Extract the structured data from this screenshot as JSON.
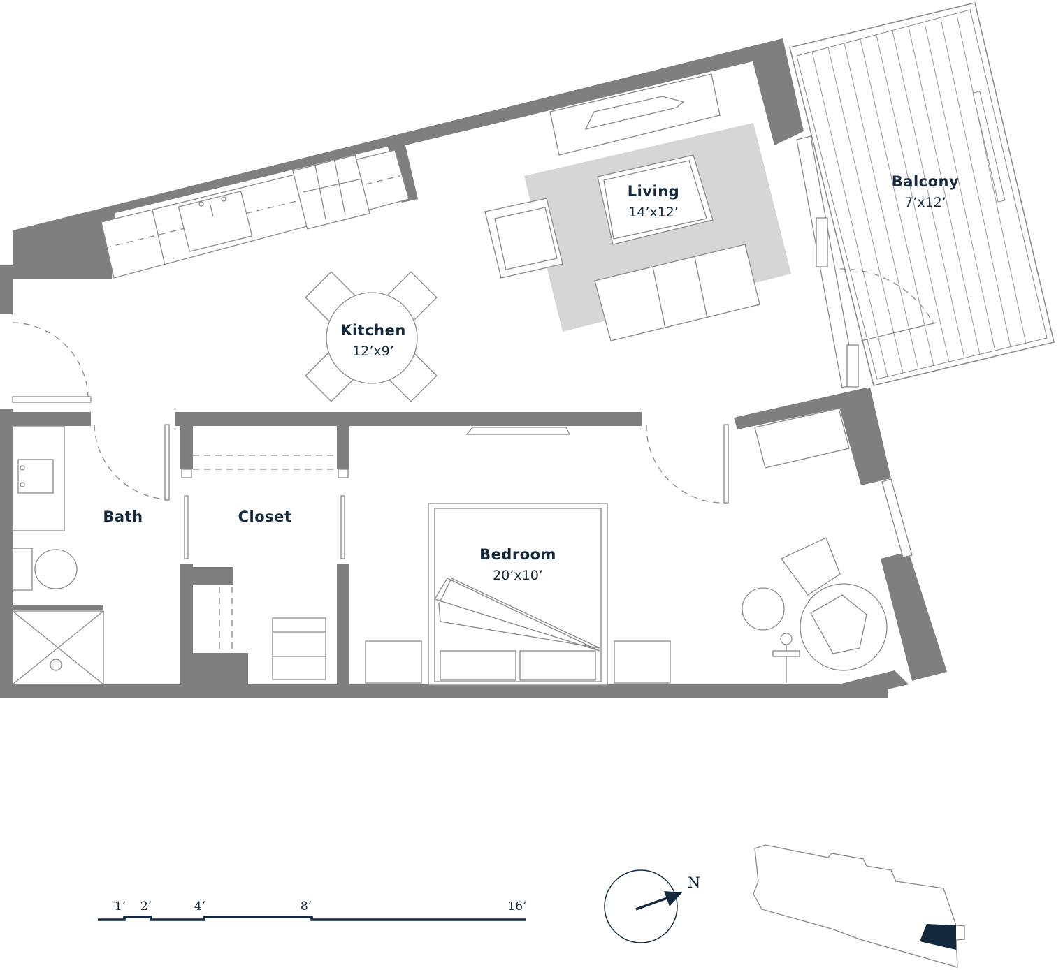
{
  "rooms": {
    "living": {
      "name": "Living",
      "dim": "14’x12’"
    },
    "balcony": {
      "name": "Balcony",
      "dim": "7’x12’"
    },
    "kitchen": {
      "name": "Kitchen",
      "dim": "12’x9’"
    },
    "bath": {
      "name": "Bath"
    },
    "closet": {
      "name": "Closet"
    },
    "bedroom": {
      "name": "Bedroom",
      "dim": "20’x10’"
    }
  },
  "scale_bar": {
    "labels": [
      "1’",
      "2’",
      "4’",
      "8’",
      "16’"
    ]
  },
  "compass": {
    "label": "N"
  },
  "colors": {
    "wall": "#7f7f7f",
    "rug": "#d6d6d6",
    "accent": "#14293d",
    "line": "#8a8a8a"
  },
  "icons": [
    "compass-arrow-icon",
    "key-plan-icon"
  ]
}
